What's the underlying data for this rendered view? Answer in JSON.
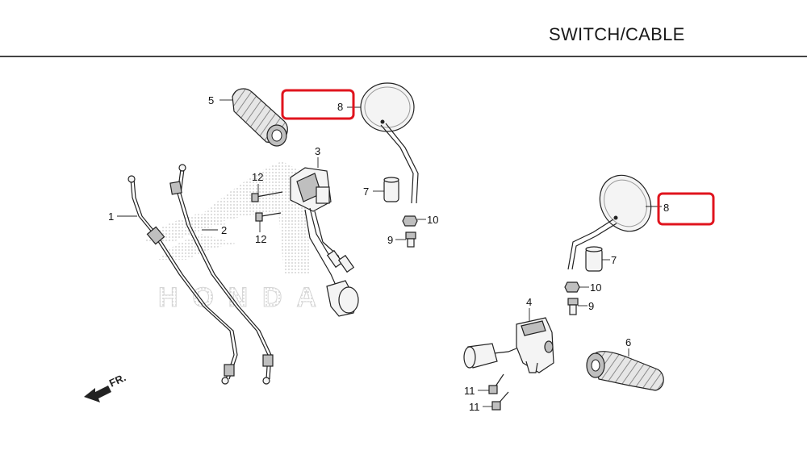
{
  "header": {
    "title": "SWITCH/CABLE"
  },
  "callouts": {
    "c1": "1",
    "c2": "2",
    "c3": "3",
    "c4": "4",
    "c5": "5",
    "c6": "6",
    "c7a": "7",
    "c7b": "7",
    "c8a": "8",
    "c8b": "8",
    "c9a": "9",
    "c9b": "9",
    "c10a": "10",
    "c10b": "10",
    "c11a": "11",
    "c11b": "11",
    "c12a": "12",
    "c12b": "12"
  },
  "direction": {
    "label": "FR."
  },
  "watermark": {
    "text": "HONDA"
  },
  "highlight_color": "#e0141e"
}
